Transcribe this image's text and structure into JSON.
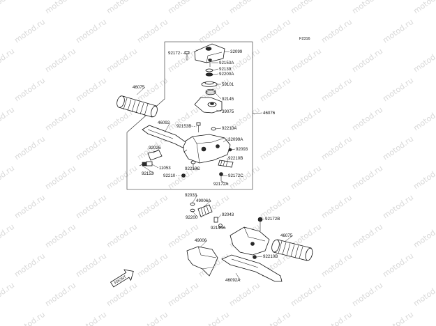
{
  "diagram": {
    "code": "F2316",
    "watermark_text": "motod.ru",
    "front_marker": "FRONT",
    "labels": [
      {
        "id": "92172",
        "text": "92172"
      },
      {
        "id": "32099",
        "text": "32099"
      },
      {
        "id": "92153A",
        "text": "92153A"
      },
      {
        "id": "92139",
        "text": "92139"
      },
      {
        "id": "92200A",
        "text": "92200A"
      },
      {
        "id": "59101",
        "text": "59101"
      },
      {
        "id": "46075a",
        "text": "46075"
      },
      {
        "id": "92145",
        "text": "92145"
      },
      {
        "id": "39075",
        "text": "39075"
      },
      {
        "id": "46076",
        "text": "46076"
      },
      {
        "id": "46092",
        "text": "46092"
      },
      {
        "id": "92153B",
        "text": "92153B"
      },
      {
        "id": "92210A",
        "text": "92210A"
      },
      {
        "id": "32099A",
        "text": "32099A"
      },
      {
        "id": "92026",
        "text": "92026"
      },
      {
        "id": "92093",
        "text": "92093"
      },
      {
        "id": "92210B",
        "text": "92210B"
      },
      {
        "id": "11053",
        "text": "11053"
      },
      {
        "id": "92210C",
        "text": "92210C"
      },
      {
        "id": "92153",
        "text": "92153"
      },
      {
        "id": "92210",
        "text": "92210"
      },
      {
        "id": "92172C",
        "text": "92172C"
      },
      {
        "id": "92172A",
        "text": "92172A"
      },
      {
        "id": "92033",
        "text": "92033"
      },
      {
        "id": "49006A",
        "text": "49006A"
      },
      {
        "id": "92043",
        "text": "92043"
      },
      {
        "id": "92200",
        "text": "92200"
      },
      {
        "id": "92172B",
        "text": "92172B"
      },
      {
        "id": "92145A",
        "text": "92145A"
      },
      {
        "id": "46075b",
        "text": "46075"
      },
      {
        "id": "49006",
        "text": "49006"
      },
      {
        "id": "92210b2",
        "text": "92210B"
      },
      {
        "id": "46092A",
        "text": "46092A"
      }
    ]
  }
}
